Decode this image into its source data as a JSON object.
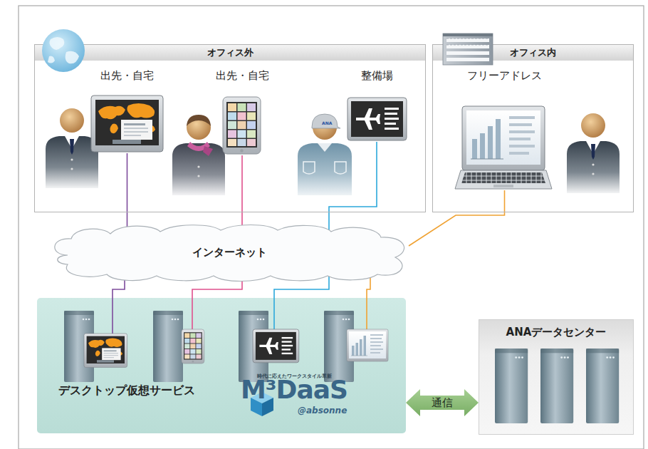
{
  "diagram": {
    "nodes": [
      {
        "text": [
          "オフィス外"
        ]
      },
      {
        "text": [
          "出先・自宅"
        ],
        "in": 0
      },
      {
        "text": [
          "出先・自宅"
        ],
        "in": 0
      },
      {
        "text": [
          "整備場"
        ],
        "in": 0
      },
      {
        "text": [
          "オフィス内"
        ]
      },
      {
        "text": [
          "フリーアドレス"
        ],
        "in": 4
      },
      {
        "text": [
          "インターネット"
        ]
      },
      {
        "text": [
          "デスクトップ仮想サービス"
        ]
      },
      {
        "text": [
          "ANAデータセンター"
        ]
      }
    ],
    "edges": [
      {
        "from": 1,
        "to": 6,
        "arrow": "none"
      },
      {
        "from": 2,
        "to": 6,
        "arrow": "none"
      },
      {
        "from": 3,
        "to": 6,
        "arrow": "none"
      },
      {
        "from": 5,
        "to": 6,
        "arrow": "none"
      },
      {
        "from": 6,
        "to": 7,
        "arrow": "none"
      },
      {
        "from": 6,
        "to": 7,
        "arrow": "none"
      },
      {
        "from": 6,
        "to": 7,
        "arrow": "none"
      },
      {
        "from": 6,
        "to": 7,
        "arrow": "none"
      },
      {
        "from": 7,
        "to": 8,
        "label": "通信",
        "arrow": "both"
      }
    ],
    "labels": [
      "時代に応えたワークスタイル革新",
      "M³DaaS",
      "@absonne",
      "ANA"
    ]
  }
}
